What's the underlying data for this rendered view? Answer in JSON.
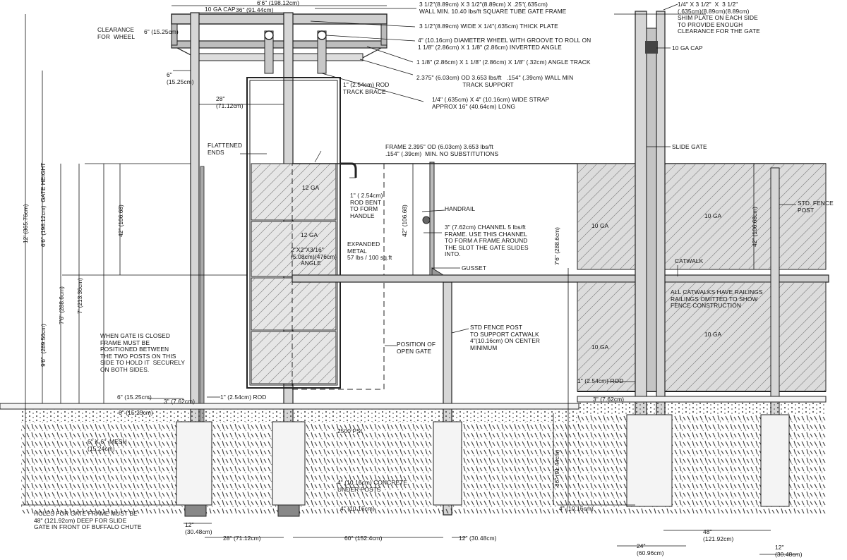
{
  "dims": {
    "top_width": "6'6\" (198.12cm)",
    "inner_width": "36\" (91.44cm)",
    "cap": "10 GA CAP",
    "cap_right": "10 GA CAP",
    "clearance_6": "6\" (15.25cm)",
    "clearance_wheel": "CLEARANCE\nFOR  WHEEL",
    "post_offset": "6\"\n(15.25cm)",
    "width_28": "28\"\n(71.12cm)",
    "flattened": "FLATTENED\nENDS",
    "rod_brace": "1\" (2.54cm) ROD\nTRACK BRACE",
    "overall_height": "12' (365.76cm)",
    "gate_height": "6'6\" (198.12cm)  GATE HEIGHT",
    "h_42_left": "42\" (106.68)",
    "h_42_mid": "42\" (106.68)",
    "h_96": "9'6\"  (289.56cm)",
    "h_76": "7'6\" (288.6cm)",
    "h_7": "7' (213.36cm)",
    "h_76_right": "7'6\" (288.6cm)",
    "h_42_right": "42\" (106.68cm)",
    "h_36_right": "36\" (91.44cm)",
    "rod_1in": "1\" (2.54cm) ROD",
    "rod_right": "1\" (2.54cm) ROD",
    "d6_a": "6\" (15.25cm)",
    "d3_a": "3\" (7.62cm)",
    "d6_b": "6\" (15.25cm)",
    "d3_right": "3\" (7.62cm)",
    "mesh": "6\" X 6\"  MESH\n(15.24cm)",
    "psi": "2500 PSI",
    "concrete": "4\" (10.16cm) CONCRETE\nUNDER POSTS",
    "d4_left": "4\" (10.16cm)",
    "d4_right": "4\" (10.16cm)",
    "holes_note": "HOLES FOR GATE FRAME MUST BE\n48\" (121.92cm) DEEP FOR SLIDE\nGATE IN FRONT OF BUFFALO CHUTE",
    "d12_left": "12\"\n(30.48cm)",
    "d28_bottom": "28\" (71.12cm)",
    "d60_bottom": "60\" (152.4cm)",
    "d12_mid": "12\" (30.48cm)",
    "d24_right": "24\"\n(60.96cm)",
    "d48_right": "48\"\n(121.92cm)",
    "d12_right": "12\"\n(30.48cm)"
  },
  "callouts": {
    "tube_frame": "3 1/2\"(8.89cm) X 3 1/2\"(8.89cm) X .25\"(.635cm)\nWALL MIN. 10.40 lbs/ft SQUARE TUBE GATE FRAME",
    "plate": "3 1/2\"(8.89cm) WIDE X 1/4\"(.635cm) THICK PLATE",
    "wheel": "4\" (10.16cm) DIAMETER WHEEL WITH GROOVE TO ROLL ON\n1 1/8\" (2.86cm) X 1 1/8\" (2.86cm) INVERTED ANGLE",
    "angle_track": "1 1/8\" (2.86cm) X 1 1/8\" (2.86cm) X 1/8\" (.32cm) ANGLE TRACK",
    "track_support": "2.375\" (6.03cm) OD 3.653 lbs/ft   .154\" (.39cm) WALL MIN\n                           TRACK SUPPORT",
    "strap": "1/4\" (.635cm) X 4\" (10.16cm) WIDE STRAP\nAPPROX 16\" (40.64cm) LONG",
    "frame_od": "FRAME 2.395\" OD (6.03cm) 3.653 lbs/ft\n.154\" (.39cm)  MIN. NO SUBSTITUTIONS",
    "shim": "1/4\" X 3 1/2\"  X  3 1/2\"\n(.635cm)(8.89cm)(8.89cm)\nSHIM PLATE ON EACH SIDE\nTO PROVIDE ENOUGH\nCLEARANCE FOR THE GATE",
    "slide_gate": "SLIDE GATE",
    "rod_handle": "1\" ( 2.54cm)\nROD BENT\nTO FORM\nHANDLE",
    "handrail": "HANDRAIL",
    "ga12_top": "12 GA",
    "ga12_mid": "12 GA",
    "angle_note": "2\"X2\"X3/16\"\n(5.08cm)(476cm)\n      ANGLE",
    "expanded_metal": "EXPANDED\nMETAL\n57 lbs / 100 sq.ft",
    "channel": "3\" (7.62cm) CHANNEL 5 lbs/ft\nFRAME. USE THIS CHANNEL\nTO FORM A FRAME AROUND\nTHE SLOT THE GATE SLIDES\nINTO.",
    "gusset": "GUSSET",
    "open_gate": "POSITION OF\nOPEN GATE",
    "std_post_catwalk": "STD FENCE POST\nTO SUPPORT CATWALK\n4\"(10.16cm) ON CENTER\nMINIMUM",
    "gate_closed": "WHEN GATE IS CLOSED\nFRAME MUST BE\nPOSITIONED BETWEEN\nTHE TWO POSTS ON THIS\nSIDE TO HOLD IT  SECURELY\nON BOTH SIDES.",
    "ga10_a": "10 GA",
    "ga10_b": "10 GA",
    "ga10_c": "10 GA",
    "ga10_d": "10 GA",
    "std_fence_post": "STD. FENCE\nPOST",
    "catwalk": "CATWALK",
    "catwalk_note": "ALL CATWALKS HAVE RAILINGS\nRAILINGS OMITTED TO SHOW\nFENCE CONSTRUCTION"
  }
}
